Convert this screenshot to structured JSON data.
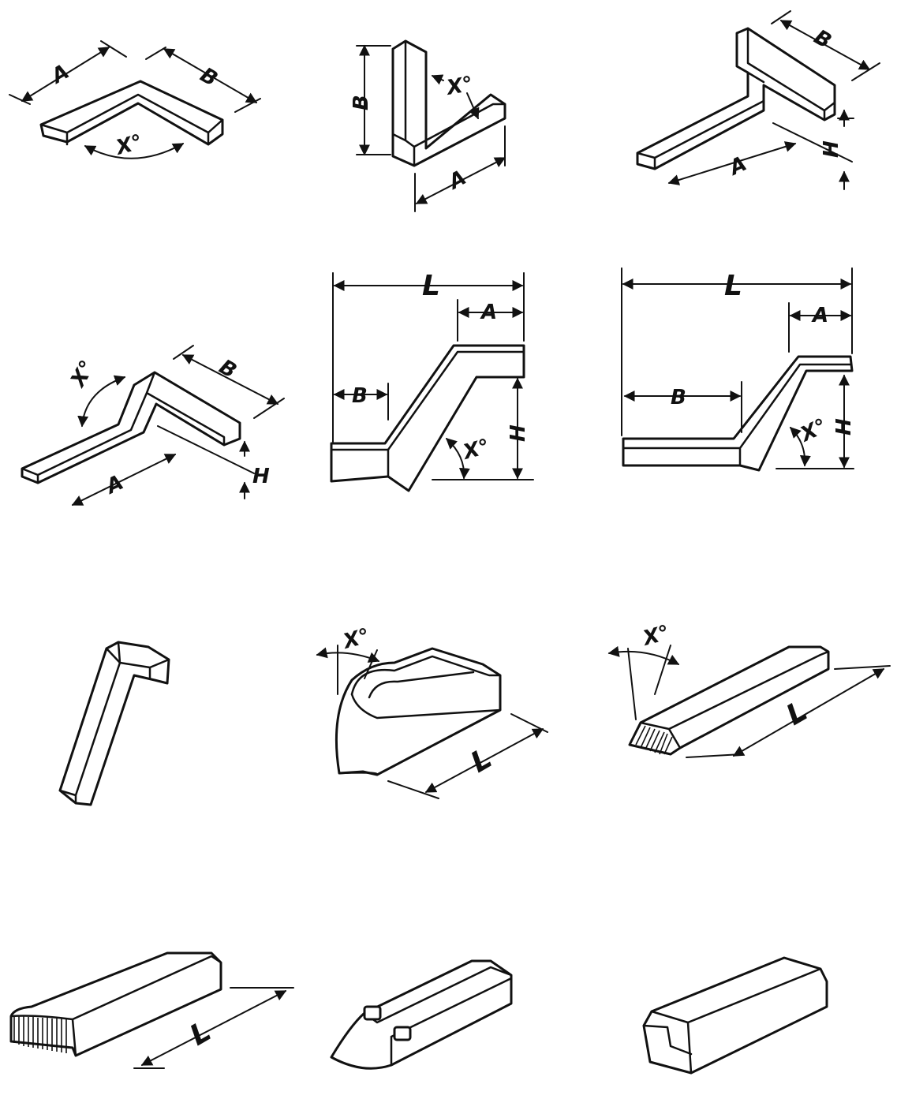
{
  "labels": {
    "A": "A",
    "B": "B",
    "H": "H",
    "L": "L",
    "angle": "X°"
  }
}
